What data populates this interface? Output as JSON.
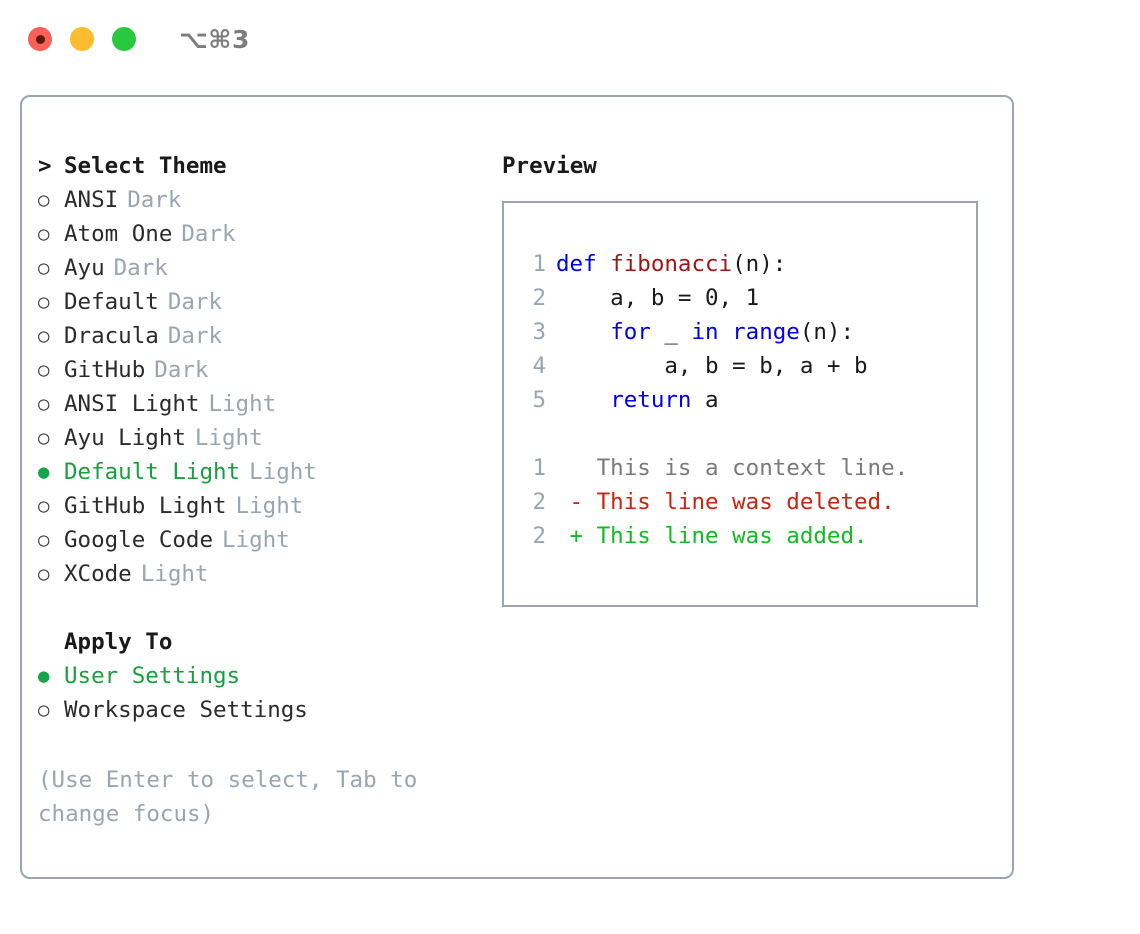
{
  "titlebar": {
    "shortcut": "⌥⌘3",
    "buttons": [
      {
        "name": "close",
        "color": "#fc5f57"
      },
      {
        "name": "minimize",
        "color": "#fdbc2e"
      },
      {
        "name": "maximize",
        "color": "#28c83f"
      }
    ]
  },
  "theme_section": {
    "prefix": ">",
    "title": "Select Theme",
    "items": [
      {
        "marker": "○",
        "name": "ANSI",
        "tag": "Dark",
        "selected": false
      },
      {
        "marker": "○",
        "name": "Atom One",
        "tag": "Dark",
        "selected": false
      },
      {
        "marker": "○",
        "name": "Ayu",
        "tag": "Dark",
        "selected": false
      },
      {
        "marker": "○",
        "name": "Default",
        "tag": "Dark",
        "selected": false
      },
      {
        "marker": "○",
        "name": "Dracula",
        "tag": "Dark",
        "selected": false
      },
      {
        "marker": "○",
        "name": "GitHub",
        "tag": "Dark",
        "selected": false
      },
      {
        "marker": "○",
        "name": "ANSI Light",
        "tag": "Light",
        "selected": false
      },
      {
        "marker": "○",
        "name": "Ayu Light",
        "tag": "Light",
        "selected": false
      },
      {
        "marker": "●",
        "name": "Default Light",
        "tag": "Light",
        "selected": true
      },
      {
        "marker": "○",
        "name": "GitHub Light",
        "tag": "Light",
        "selected": false
      },
      {
        "marker": "○",
        "name": "Google Code",
        "tag": "Light",
        "selected": false
      },
      {
        "marker": "○",
        "name": "XCode",
        "tag": "Light",
        "selected": false
      }
    ]
  },
  "apply_section": {
    "title": "Apply To",
    "items": [
      {
        "marker": "●",
        "name": "User Settings",
        "selected": true
      },
      {
        "marker": "○",
        "name": "Workspace Settings",
        "selected": false
      }
    ]
  },
  "hint": "(Use Enter to select, Tab to change focus)",
  "preview": {
    "title": "Preview",
    "code_lines": [
      {
        "number": "1",
        "tokens": [
          {
            "t": "def ",
            "c": "kw"
          },
          {
            "t": "fibonacci",
            "c": "fn"
          },
          {
            "t": "(n):",
            "c": "plain"
          }
        ]
      },
      {
        "number": "2",
        "tokens": [
          {
            "t": "    a, b = 0, 1",
            "c": "plain"
          }
        ]
      },
      {
        "number": "3",
        "tokens": [
          {
            "t": "    ",
            "c": "plain"
          },
          {
            "t": "for",
            "c": "kw"
          },
          {
            "t": " _ ",
            "c": "plain"
          },
          {
            "t": "in",
            "c": "kw"
          },
          {
            "t": " ",
            "c": "plain"
          },
          {
            "t": "range",
            "c": "kw"
          },
          {
            "t": "(n):",
            "c": "plain"
          }
        ]
      },
      {
        "number": "4",
        "tokens": [
          {
            "t": "        a, b = b, a + b",
            "c": "plain"
          }
        ]
      },
      {
        "number": "5",
        "tokens": [
          {
            "t": "    ",
            "c": "plain"
          },
          {
            "t": "return",
            "c": "kw"
          },
          {
            "t": " a",
            "c": "plain"
          }
        ]
      }
    ],
    "diff_lines": [
      {
        "number": "1",
        "marker": "  ",
        "text": "This is a context line.",
        "kind": "ctx"
      },
      {
        "number": "2",
        "marker": "- ",
        "text": "This line was deleted.",
        "kind": "del"
      },
      {
        "number": "2",
        "marker": "+ ",
        "text": "This line was added.",
        "kind": "add"
      }
    ]
  },
  "colors": {
    "accent_green": "#18a03c",
    "muted": "#9aa5b1",
    "keyword": "#0000ee",
    "function": "#a31515",
    "diff_delete": "#cc2211",
    "diff_add": "#11bb22",
    "border": "#9aa5b1"
  }
}
